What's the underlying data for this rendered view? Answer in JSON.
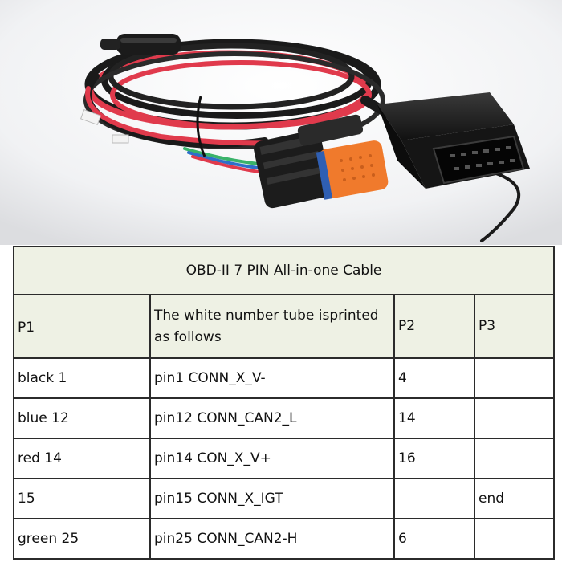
{
  "photo": {
    "description_icons": [
      "obd-connector",
      "deutsch-connector",
      "fuse-holder",
      "wire-harness"
    ]
  },
  "table": {
    "title": "OBD-II 7 PIN All-in-one Cable",
    "headers": [
      "P1",
      "The white number tube isprinted as follows",
      "P2",
      "P3"
    ],
    "rows": [
      [
        "black 1",
        "pin1 CONN_X_V-",
        "4",
        ""
      ],
      [
        "blue 12",
        "pin12 CONN_CAN2_L",
        "14",
        ""
      ],
      [
        "red 14",
        "pin14 CON_X_V+",
        "16",
        ""
      ],
      [
        "15",
        "pin15 CONN_X_IGT",
        "",
        "end"
      ],
      [
        "green 25",
        "pin25 CONN_CAN2-H",
        "6",
        ""
      ]
    ]
  }
}
